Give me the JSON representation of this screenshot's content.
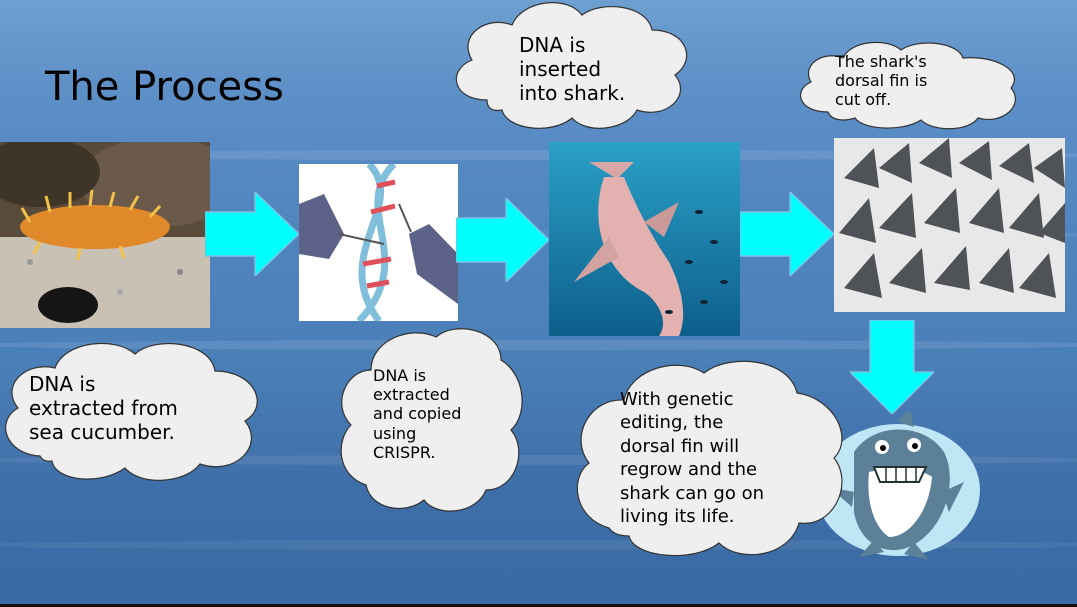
{
  "slide": {
    "title": "The Process",
    "background_color": "#4f84bd",
    "arrow_color": "#00ffff"
  },
  "steps": {
    "extract": "DNA is\nextracted from\nsea cucumber.",
    "crispr": "DNA is\nextracted\nand copied\nusing\nCRISPR.",
    "insert": "DNA is\ninserted\ninto shark.",
    "cut_fin": "The shark's\ndorsal fin is\ncut off.",
    "regrow": "With genetic\nediting, the\ndorsal fin will\nregrow and the\nshark can go on\nliving its life."
  },
  "images": {
    "sea_cucumber": "sea-cucumber-photo",
    "dna_editing": "crispr-dna-illustration",
    "hammerhead": "hammerhead-shark-photo",
    "shark_fins": "shark-fins-photo",
    "cartoon_shark": "cartoon-shark-clipart"
  }
}
